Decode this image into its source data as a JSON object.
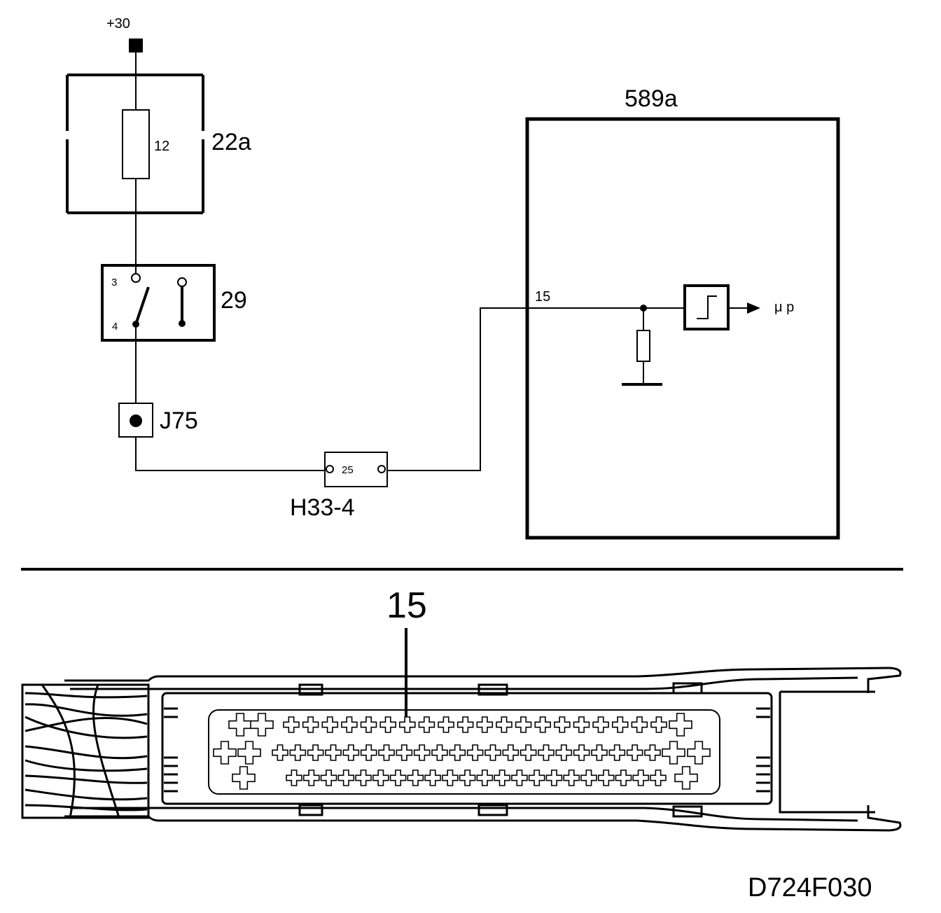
{
  "circuit": {
    "supply_label": "+30",
    "fuse_box_label": "22a",
    "fuse_number": "12",
    "switch_label": "29",
    "switch_pin_top": "3",
    "switch_pin_bottom": "4",
    "junction_label": "J75",
    "connector_label": "H33-4",
    "connector_pin": "25",
    "control_unit_label": "589a",
    "control_unit_pin": "15",
    "output_label": "μ p"
  },
  "connector_view": {
    "pin_callout": "15",
    "row_counts": [
      23,
      26,
      24
    ]
  },
  "figure_code": "D724F030"
}
